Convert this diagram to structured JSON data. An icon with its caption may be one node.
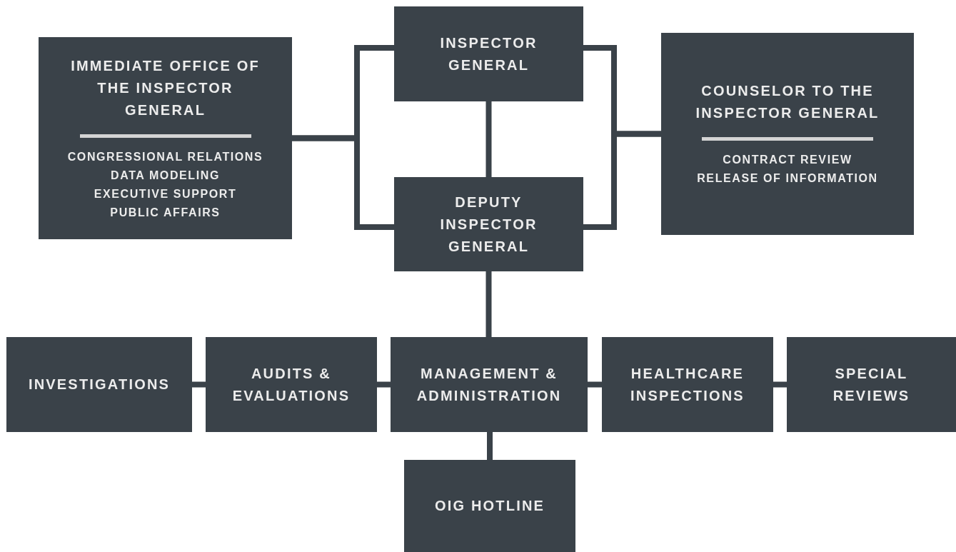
{
  "diagram": {
    "nodes": [
      {
        "text": [
          "IMMEDIATE OFFICE OF THE INSPECTOR GENERAL",
          "CONGRESSIONAL RELATIONS",
          "DATA MODELING",
          "EXECUTIVE SUPPORT",
          "PUBLIC AFFAIRS"
        ]
      },
      {
        "text": [
          "INSPECTOR GENERAL"
        ]
      },
      {
        "text": [
          "COUNSELOR TO THE INSPECTOR GENERAL",
          "CONTRACT REVIEW",
          "RELEASE OF INFORMATION"
        ]
      },
      {
        "text": [
          "DEPUTY INSPECTOR GENERAL"
        ]
      },
      {
        "text": [
          "INVESTIGATIONS"
        ]
      },
      {
        "text": [
          "AUDITS & EVALUATIONS"
        ]
      },
      {
        "text": [
          "MANAGEMENT & ADMINISTRATION"
        ]
      },
      {
        "text": [
          "HEALTHCARE INSPECTIONS"
        ]
      },
      {
        "text": [
          "SPECIAL REVIEWS"
        ]
      },
      {
        "text": [
          "OIG HOTLINE"
        ]
      }
    ],
    "edges": [
      {
        "from": 0,
        "to": 1,
        "arrow": "none"
      },
      {
        "from": 0,
        "to": 3,
        "arrow": "none"
      },
      {
        "from": 2,
        "to": 1,
        "arrow": "none"
      },
      {
        "from": 2,
        "to": 3,
        "arrow": "none"
      },
      {
        "from": 1,
        "to": 3,
        "arrow": "none"
      },
      {
        "from": 3,
        "to": 6,
        "arrow": "none"
      },
      {
        "from": 4,
        "to": 5,
        "arrow": "none"
      },
      {
        "from": 5,
        "to": 6,
        "arrow": "none"
      },
      {
        "from": 6,
        "to": 7,
        "arrow": "none"
      },
      {
        "from": 7,
        "to": 8,
        "arrow": "none"
      },
      {
        "from": 6,
        "to": 9,
        "arrow": "none"
      }
    ]
  }
}
